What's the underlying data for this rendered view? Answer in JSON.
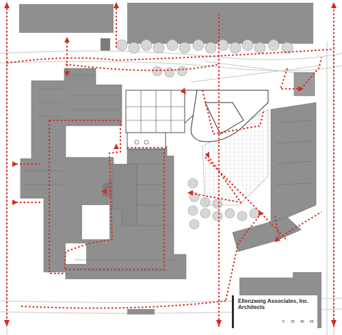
{
  "title_block": {
    "firm_line": "Ellenzweig Associates, Inc.",
    "role_line": "Architects",
    "scale_labels": [
      "0",
      "20",
      "40",
      "60"
    ]
  },
  "icons": {
    "north_arrow": "north-arrow-icon",
    "circulation_arrow": "arrow-icon"
  },
  "colors": {
    "building_fill": "#8f8f8f",
    "building_dark": "#6e6e6e",
    "path_red": "#d42a1e",
    "site_line": "#bdbdbd",
    "tree": "#cfcfcf"
  }
}
